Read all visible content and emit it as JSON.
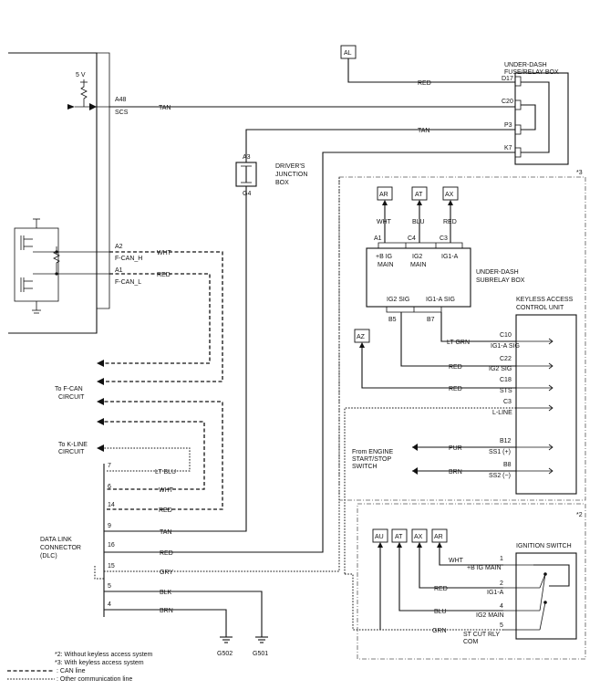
{
  "ecu": {
    "voltage": "5 V",
    "pins": {
      "a48": "A48",
      "scs": "SCS",
      "a2": "A2",
      "fcan_h": "F-CAN_H",
      "a1": "A1",
      "fcan_l": "F-CAN_L"
    }
  },
  "fuse_box": {
    "title_line1": "UNDER-DASH",
    "title_line2": "FUSE/RELAY BOX",
    "pins": {
      "d17": "D17",
      "c20": "C20",
      "p3": "P3",
      "k7": "K7"
    }
  },
  "junction_box": {
    "title_line1": "DRIVER'S",
    "title_line2": "JUNCTION",
    "title_line3": "BOX",
    "pin_top": "A3",
    "pin_bottom": "G4"
  },
  "subrelay_box": {
    "title_line1": "UNDER-DASH",
    "title_line2": "SUBRELAY BOX",
    "top_pins": {
      "a1": "A1",
      "c4": "C4",
      "c3": "C3"
    },
    "terminals": {
      "b_ig_main_1": "+B IG",
      "b_ig_main_2": "MAIN",
      "ig2_main_1": "IG2",
      "ig2_main_2": "MAIN",
      "ig1_a": "IG1-A",
      "ig2_sig": "IG2 SIG",
      "ig1_a_sig": "IG1-A SIG"
    },
    "bottom_pins": {
      "b5": "B5",
      "b7": "B7"
    }
  },
  "keyless": {
    "title_line1": "KEYLESS ACCESS",
    "title_line2": "CONTROL UNIT",
    "pins": {
      "c10": "C10",
      "c10_name": "IG1-A SIG",
      "c22": "C22",
      "c22_name": "IG2 SIG",
      "c18": "C18",
      "c18_name": "STS",
      "c3": "C3",
      "c3_name": "L-LINE",
      "b12": "B12",
      "b12_name": "SS1 (+)",
      "b8": "B8",
      "b8_name": "SS2 (−)"
    }
  },
  "engine_switch": {
    "line1": "From ENGINE",
    "line2": "START/STOP",
    "line3": "SWITCH"
  },
  "ignition_switch": {
    "title": "IGNITION SWITCH",
    "pins": {
      "p1": "1",
      "p1_name": "+B IG MAIN",
      "p2": "2",
      "p2_name": "IG1-A",
      "p4": "4",
      "p4_name": "IG2 MAIN",
      "p5": "5",
      "p5_name_1": "ST CUT RLY",
      "p5_name_2": "COM"
    }
  },
  "dlc": {
    "line1": "DATA LINK",
    "line2": "CONNECTOR",
    "line3": "(DLC)",
    "pins": {
      "p7": "7",
      "p6": "6",
      "p14": "14",
      "p9": "9",
      "p16": "16",
      "p15": "15",
      "p5": "5",
      "p4": "4"
    }
  },
  "circuits": {
    "fcan_1": "To F-CAN",
    "fcan_2": "CIRCUIT",
    "kline_1": "To K-LINE",
    "kline_2": "CIRCUIT"
  },
  "grounds": {
    "g502": "G502",
    "g501": "G501"
  },
  "tags": {
    "al": "AL",
    "ar": "AR",
    "at": "AT",
    "ax": "AX",
    "az": "AZ",
    "au": "AU",
    "at2": "AT",
    "ax2": "AX",
    "ar2": "AR"
  },
  "wire_colors": {
    "red_top": "RED",
    "tan_scs": "TAN",
    "tan_p3": "TAN",
    "wht_ar": "WHT",
    "blu_at": "BLU",
    "red_ax": "RED",
    "wht_fcan": "WHT",
    "red_fcan": "RED",
    "ltgrn": "LT GRN",
    "red_c22": "RED",
    "red_c18": "RED",
    "pur": "PUR",
    "brn_b8": "BRN",
    "ltblu_7": "LT BLU",
    "wht_6": "WHT",
    "red_14": "RED",
    "tan_9": "TAN",
    "red_16": "RED",
    "gry_15": "GRY",
    "blk_5": "BLK",
    "brn_4": "BRN",
    "wht_ig": "WHT",
    "red_ig": "RED",
    "blu_ig": "BLU",
    "grn_ig": "GRN"
  },
  "notes": {
    "n3": "*3",
    "n2": "*2",
    "legend_2": "*2: Without keyless access system",
    "legend_3": "*3: With keyless access system",
    "legend_can": ": CAN line",
    "legend_other": ": Other communication line"
  }
}
